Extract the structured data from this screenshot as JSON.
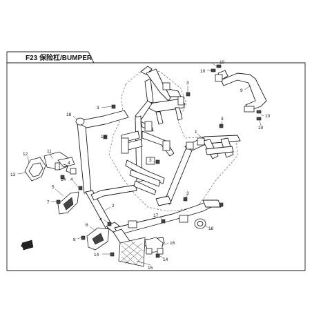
{
  "title": "F23 保险杠/BUMPER",
  "callouts": [
    {
      "label": "1"
    },
    {
      "label": "2"
    },
    {
      "label": "3"
    },
    {
      "label": "3"
    },
    {
      "label": "3"
    },
    {
      "label": "3"
    },
    {
      "label": "3"
    },
    {
      "label": "4"
    },
    {
      "label": "4"
    },
    {
      "label": "4"
    },
    {
      "label": "5"
    },
    {
      "label": "6"
    },
    {
      "label": "7"
    },
    {
      "label": "8"
    },
    {
      "label": "9"
    },
    {
      "label": "10"
    },
    {
      "label": "10"
    },
    {
      "label": "10"
    },
    {
      "label": "10"
    },
    {
      "label": "11"
    },
    {
      "label": "12"
    },
    {
      "label": "13"
    },
    {
      "label": "14"
    },
    {
      "label": "14"
    },
    {
      "label": "14"
    },
    {
      "label": "15"
    },
    {
      "label": "16"
    },
    {
      "label": "17"
    },
    {
      "label": "17"
    },
    {
      "label": "18"
    },
    {
      "label": "18"
    }
  ],
  "colors": {
    "line": "#1a1a1a",
    "background": "#ffffff"
  },
  "icons": [
    "front-direction-arrow-icon"
  ]
}
